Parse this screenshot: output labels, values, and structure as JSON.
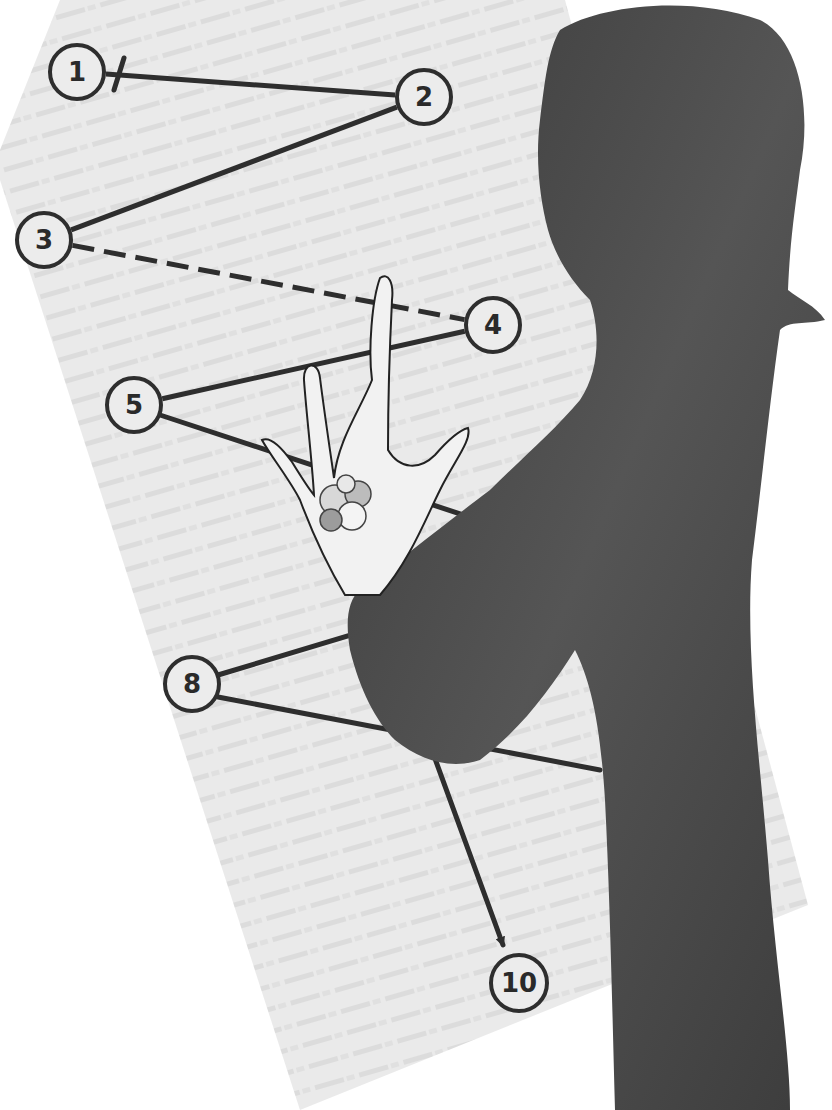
{
  "diagram": {
    "nodes": [
      {
        "text": [
          "1"
        ]
      },
      {
        "text": [
          "2"
        ]
      },
      {
        "text": [
          "3"
        ]
      },
      {
        "text": [
          "4"
        ]
      },
      {
        "text": [
          "5"
        ]
      },
      {
        "text": [
          "8"
        ]
      },
      {
        "text": [
          "10"
        ]
      }
    ],
    "edges": [
      {
        "from": 0,
        "to": 1,
        "arrow": "none"
      },
      {
        "from": 1,
        "to": 2,
        "arrow": "none"
      },
      {
        "from": 2,
        "to": 3,
        "arrow": "none"
      },
      {
        "from": 3,
        "to": 4,
        "arrow": "none"
      }
    ]
  }
}
